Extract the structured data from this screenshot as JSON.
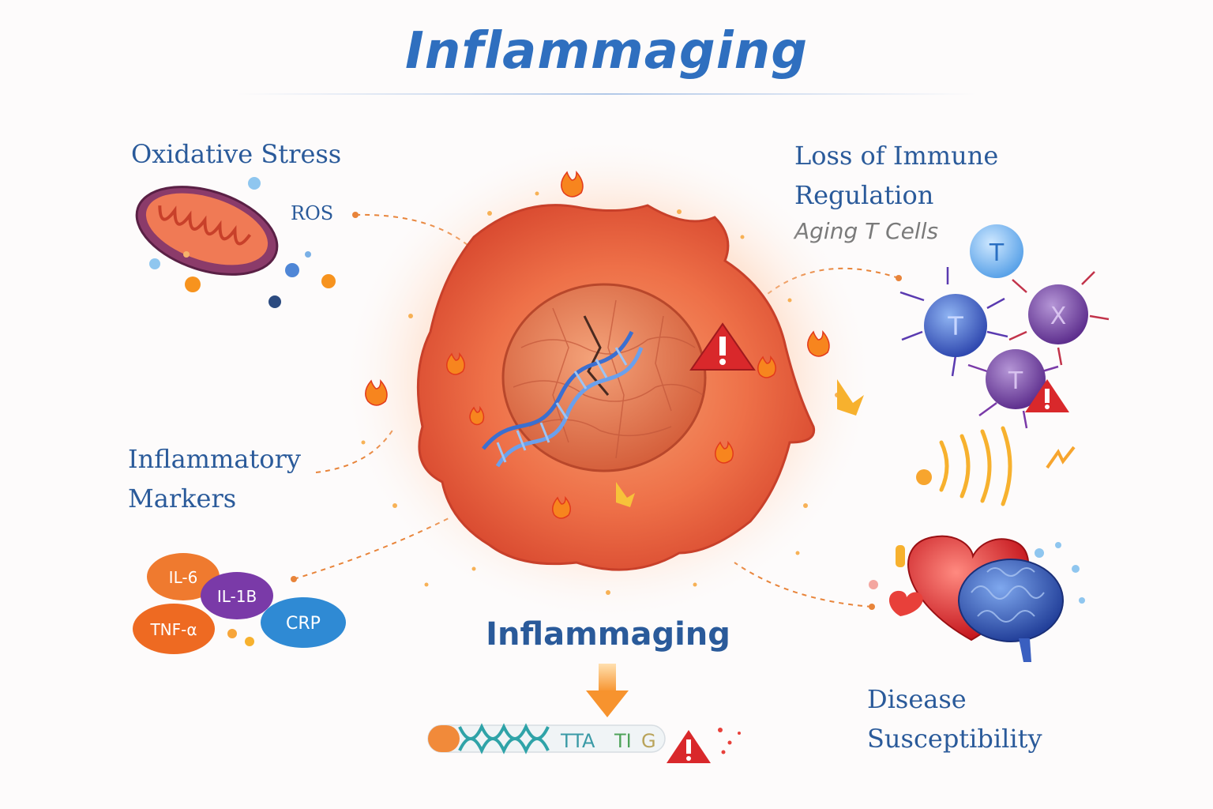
{
  "title": "Inflammaging",
  "center_label": "Inflammaging",
  "oxidative_stress": {
    "heading": "Oxidative Stress",
    "ros_label": "ROS"
  },
  "immune": {
    "heading_line1": "Loss of Immune",
    "heading_line2": "Regulation",
    "subheading": "Aging T Cells",
    "cell_letters": [
      "T",
      "T",
      "X",
      "T"
    ]
  },
  "markers": {
    "heading_line1": "Inflammatory",
    "heading_line2": "Markers",
    "il6": "IL-6",
    "il1b": "IL-1B",
    "tnf": "TNF-α",
    "crp": "CRP"
  },
  "disease": {
    "heading_line1": "Disease",
    "heading_line2": "Susceptibility"
  },
  "dna_strip": {
    "seq1": "TTA",
    "seq2": "TI",
    "seq3": "G"
  },
  "colors": {
    "title_blue": "#2f6fbf",
    "label_blue": "#2a5a9a",
    "connector_orange": "#e8843a",
    "cell_red": "#e8553a",
    "warning_red": "#d9282b"
  },
  "icons": [
    "mitochondrion-icon",
    "cell-icon",
    "dna-helix-icon",
    "warning-icon",
    "t-cell-icon",
    "heart-icon",
    "brain-icon",
    "flame-icon",
    "arrow-down-icon"
  ]
}
